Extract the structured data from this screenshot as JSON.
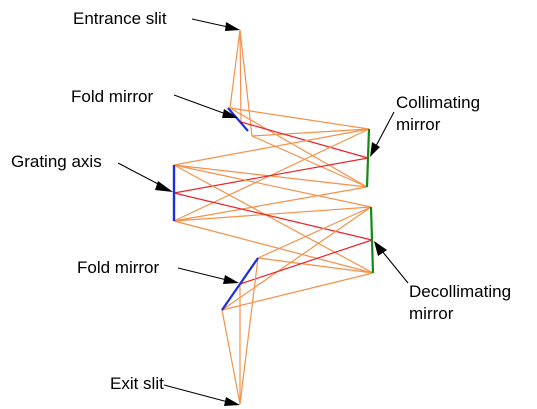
{
  "labels": {
    "entrance_slit": "Entrance slit",
    "fold_mirror_top": "Fold mirror",
    "collimating_line1": "Collimating",
    "collimating_line2": "mirror",
    "grating_axis": "Grating axis",
    "fold_mirror_bottom": "Fold mirror",
    "decollimating_line1": "Decollimating",
    "decollimating_line2": "mirror",
    "exit_slit": "Exit slit"
  },
  "colors": {
    "ray_orange": "#f5914a",
    "ray_red": "#e8242a",
    "mirror_blue": "#1f2fd6",
    "mirror_green": "#128a12",
    "leader": "#000000",
    "text": "#000000"
  }
}
